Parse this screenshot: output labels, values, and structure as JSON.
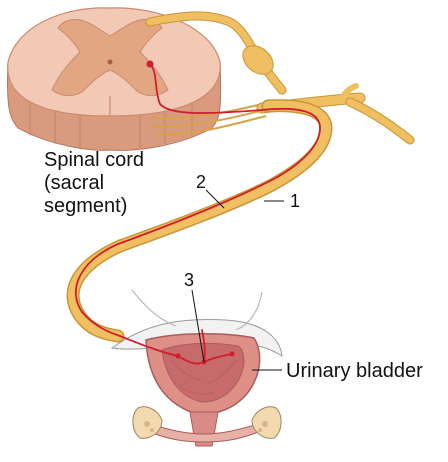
{
  "labels": {
    "spinal_cord_line1": "Spinal cord",
    "spinal_cord_line2": "(sacral",
    "spinal_cord_line3": "segment)",
    "neuron_1": "1",
    "neuron_2": "2",
    "neuron_3": "3",
    "urinary_bladder": "Urinary bladder"
  },
  "colors": {
    "spinal_white_matter": "#f1c9b4",
    "spinal_gray_matter": "#e2a683",
    "spinal_cord_section": "#c98a6f",
    "nerve": "#efbf62",
    "nerve_outline": "#c99635",
    "neuron_path": "#cf1f2d",
    "bladder": "#de8f86",
    "bladder_inner": "#c76a6c",
    "peritoneum": "#f2f2f2"
  }
}
